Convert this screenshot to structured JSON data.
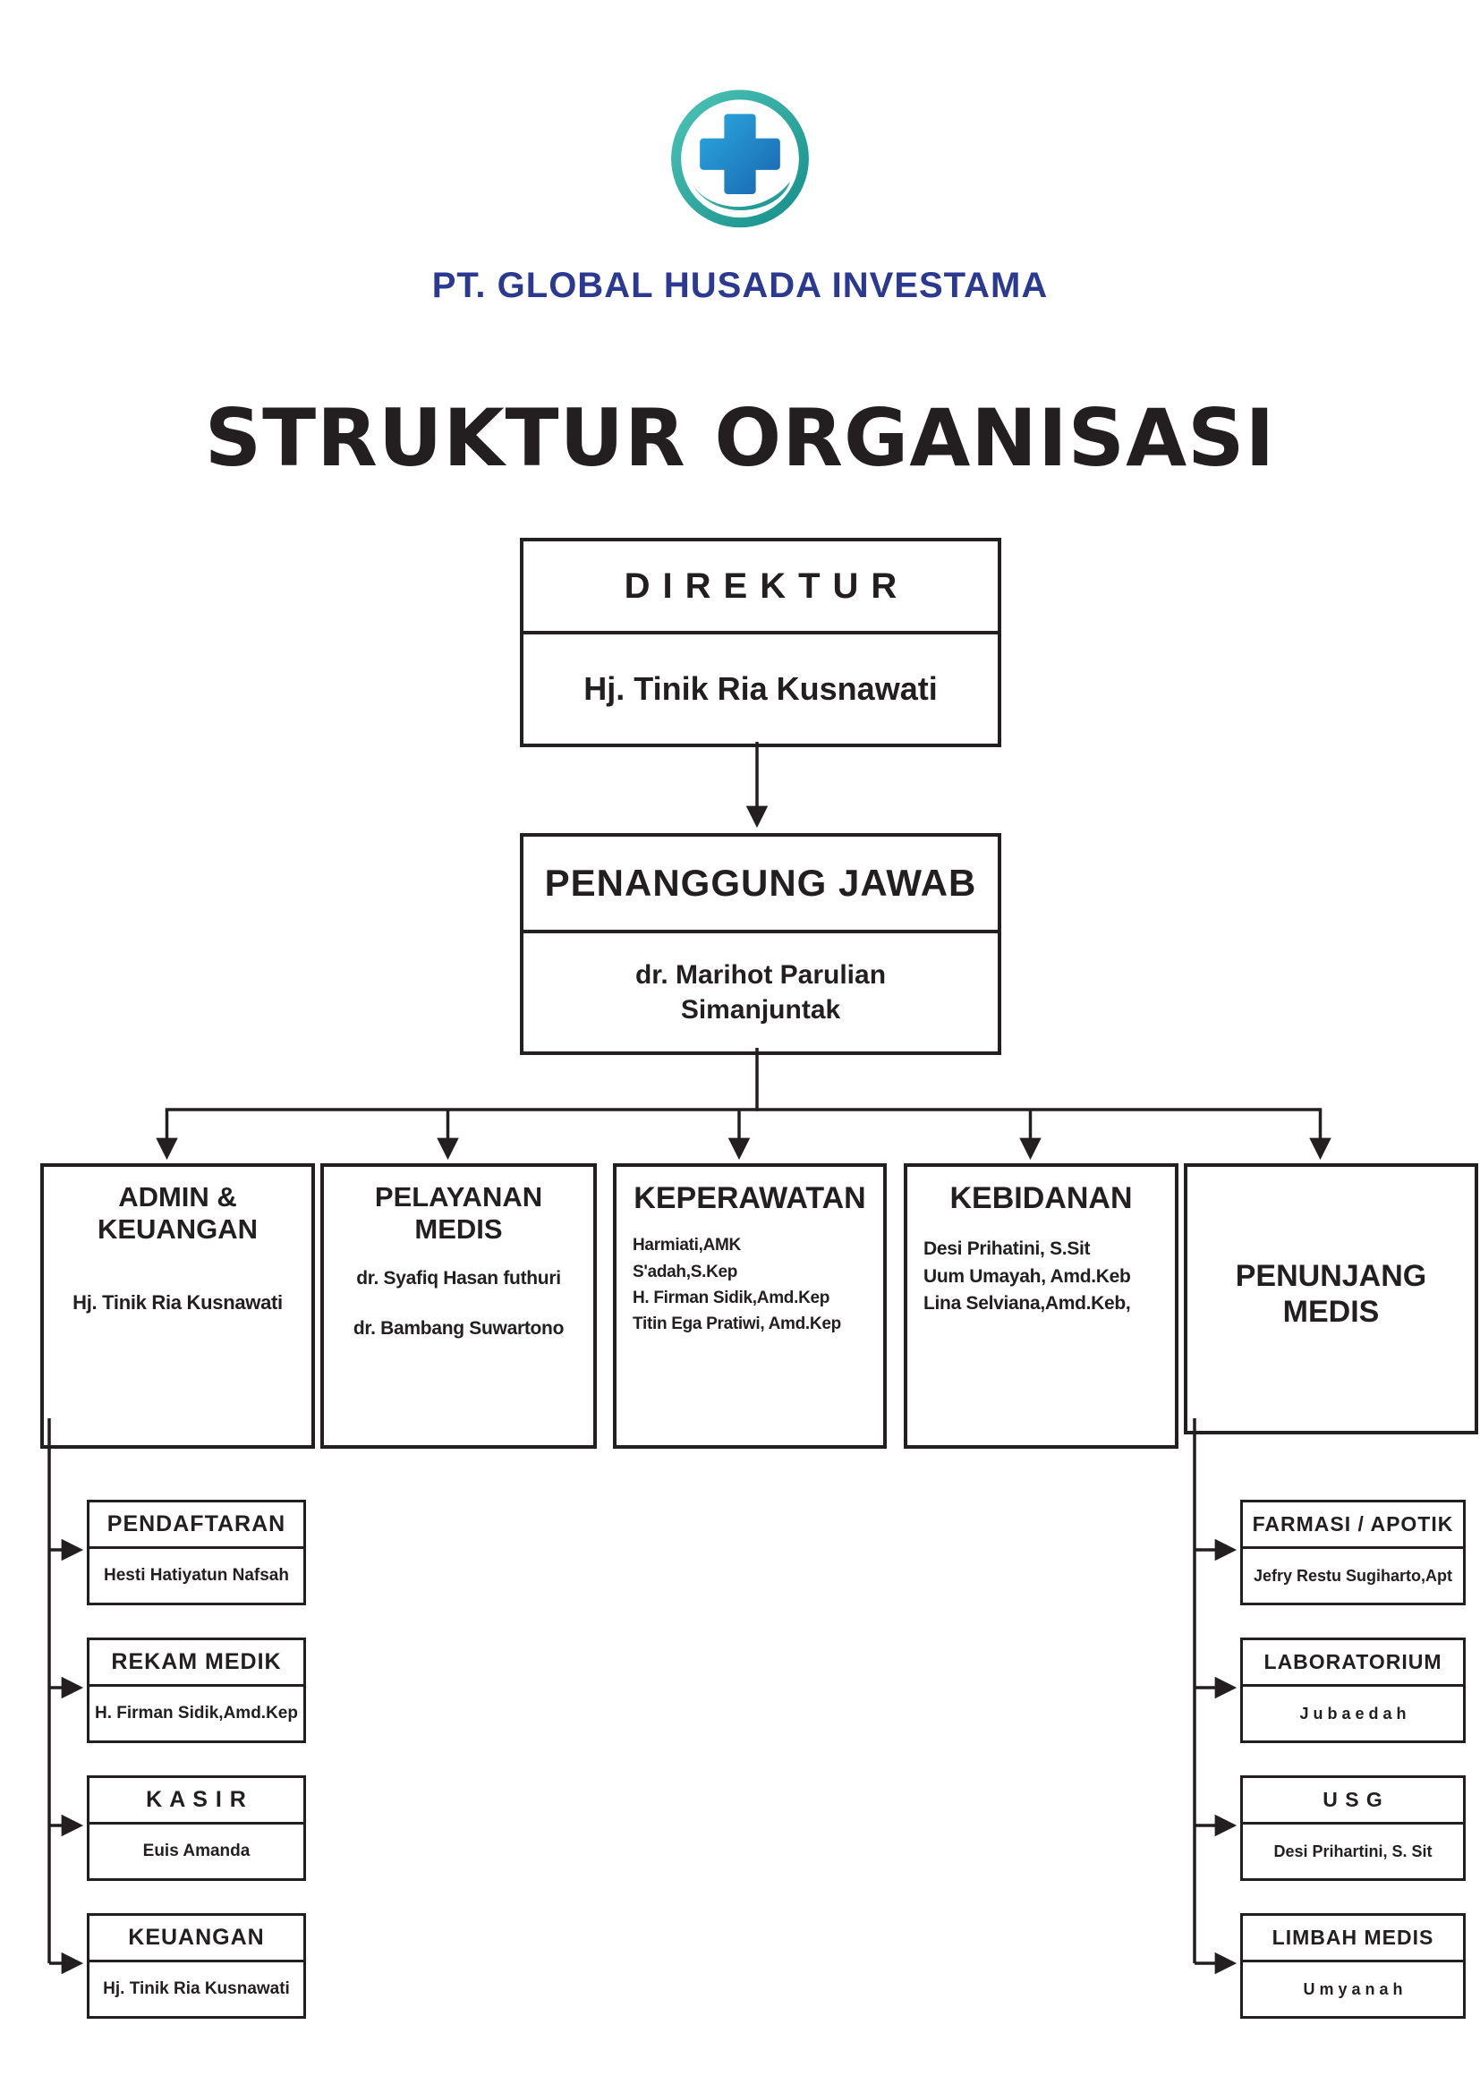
{
  "colors": {
    "brand_blue": "#2b3990",
    "logo_teal": "#2ba9a4",
    "logo_blue": "#1b75bb",
    "ink": "#231f20"
  },
  "logo": {
    "icon": "medical-cross-in-circle-icon"
  },
  "header": {
    "company": "PT. GLOBAL HUSADA INVESTAMA",
    "title": "STRUKTUR ORGANISASI"
  },
  "direktur": {
    "label": "DIREKTUR",
    "name": "Hj. Tinik Ria Kusnawati"
  },
  "penanggung_jawab": {
    "label": "PENANGGUNG JAWAB",
    "name_line1": "dr. Marihot Parulian",
    "name_line2": "Simanjuntak"
  },
  "divisions": [
    {
      "label": "ADMIN & KEUANGAN",
      "members": [
        "Hj. Tinik Ria Kusnawati"
      ]
    },
    {
      "label": "PELAYANAN MEDIS",
      "members": [
        "dr. Syafiq Hasan futhuri",
        "dr. Bambang Suwartono"
      ]
    },
    {
      "label": "KEPERAWATAN",
      "members": [
        "Harmiati,AMK",
        "S'adah,S.Kep",
        "H. Firman Sidik,Amd.Kep",
        "Titin Ega Pratiwi, Amd.Kep"
      ]
    },
    {
      "label": "KEBIDANAN",
      "members": [
        "Desi Prihatini, S.Sit",
        "Uum Umayah, Amd.Keb",
        "Lina Selviana,Amd.Keb,"
      ]
    },
    {
      "label": "PENUNJANG MEDIS",
      "members": []
    }
  ],
  "admin_units": [
    {
      "label": "PENDAFTARAN",
      "name": "Hesti Hatiyatun Nafsah"
    },
    {
      "label": "REKAM MEDIK",
      "name": "H. Firman Sidik,Amd.Kep"
    },
    {
      "label": "K A S I R",
      "name": "Euis Amanda"
    },
    {
      "label": "KEUANGAN",
      "name": "Hj. Tinik Ria Kusnawati"
    }
  ],
  "penunjang_units": [
    {
      "label": "FARMASI / APOTIK",
      "name": "Jefry Restu Sugiharto,Apt"
    },
    {
      "label": "LABORATORIUM",
      "name": "J u b a e d a h"
    },
    {
      "label": "U S G",
      "name": "Desi Prihartini, S. Sit"
    },
    {
      "label": "LIMBAH MEDIS",
      "name": "U m y a n a h"
    }
  ]
}
